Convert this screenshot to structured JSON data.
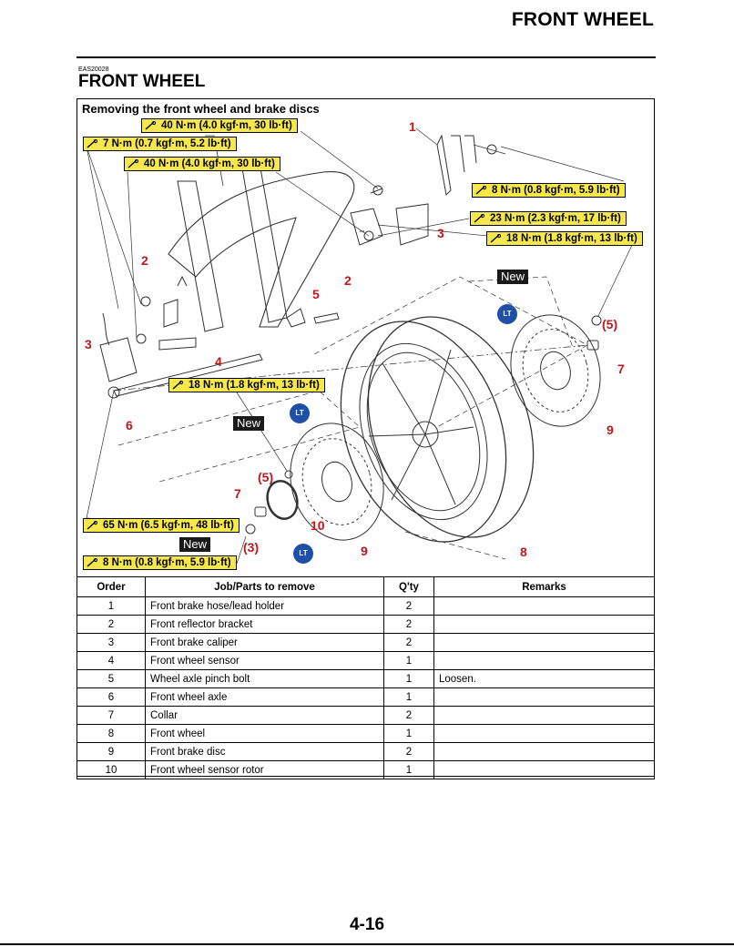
{
  "header": {
    "title": "FRONT WHEEL"
  },
  "section": {
    "code": "EAS20028",
    "title": "FRONT WHEEL"
  },
  "diagram": {
    "title": "Removing the front wheel and brake discs",
    "torques": [
      "40 N·m (4.0 kgf·m, 30 lb·ft)",
      "7 N·m (0.7 kgf·m, 5.2 lb·ft)",
      "40 N·m (4.0 kgf·m, 30 lb·ft)",
      "8 N·m (0.8 kgf·m, 5.9 lb·ft)",
      "23 N·m (2.3 kgf·m, 17 lb·ft)",
      "18 N·m (1.8 kgf·m, 13 lb·ft)",
      "18 N·m (1.8 kgf·m, 13 lb·ft)",
      "65 N·m (6.5 kgf·m, 48 lb·ft)",
      "8 N·m (0.8 kgf·m, 5.9 lb·ft)"
    ],
    "new_label": "New",
    "lt_label": "LT",
    "callouts": [
      "1",
      "2",
      "3",
      "2",
      "5",
      "3",
      "4",
      "6",
      "(5)",
      "7",
      "(5)",
      "7",
      "9",
      "10",
      "(3)",
      "9",
      "8"
    ]
  },
  "table": {
    "headers": [
      "Order",
      "Job/Parts to remove",
      "Q'ty",
      "Remarks"
    ],
    "rows": [
      [
        "1",
        "Front brake hose/lead holder",
        "2",
        ""
      ],
      [
        "2",
        "Front reflector bracket",
        "2",
        ""
      ],
      [
        "3",
        "Front brake caliper",
        "2",
        ""
      ],
      [
        "4",
        "Front wheel sensor",
        "1",
        ""
      ],
      [
        "5",
        "Wheel axle pinch bolt",
        "1",
        "Loosen."
      ],
      [
        "6",
        "Front wheel axle",
        "1",
        ""
      ],
      [
        "7",
        "Collar",
        "2",
        ""
      ],
      [
        "8",
        "Front wheel",
        "1",
        ""
      ],
      [
        "9",
        "Front brake disc",
        "2",
        ""
      ],
      [
        "10",
        "Front wheel sensor rotor",
        "1",
        ""
      ]
    ]
  },
  "page_number": "4-16"
}
